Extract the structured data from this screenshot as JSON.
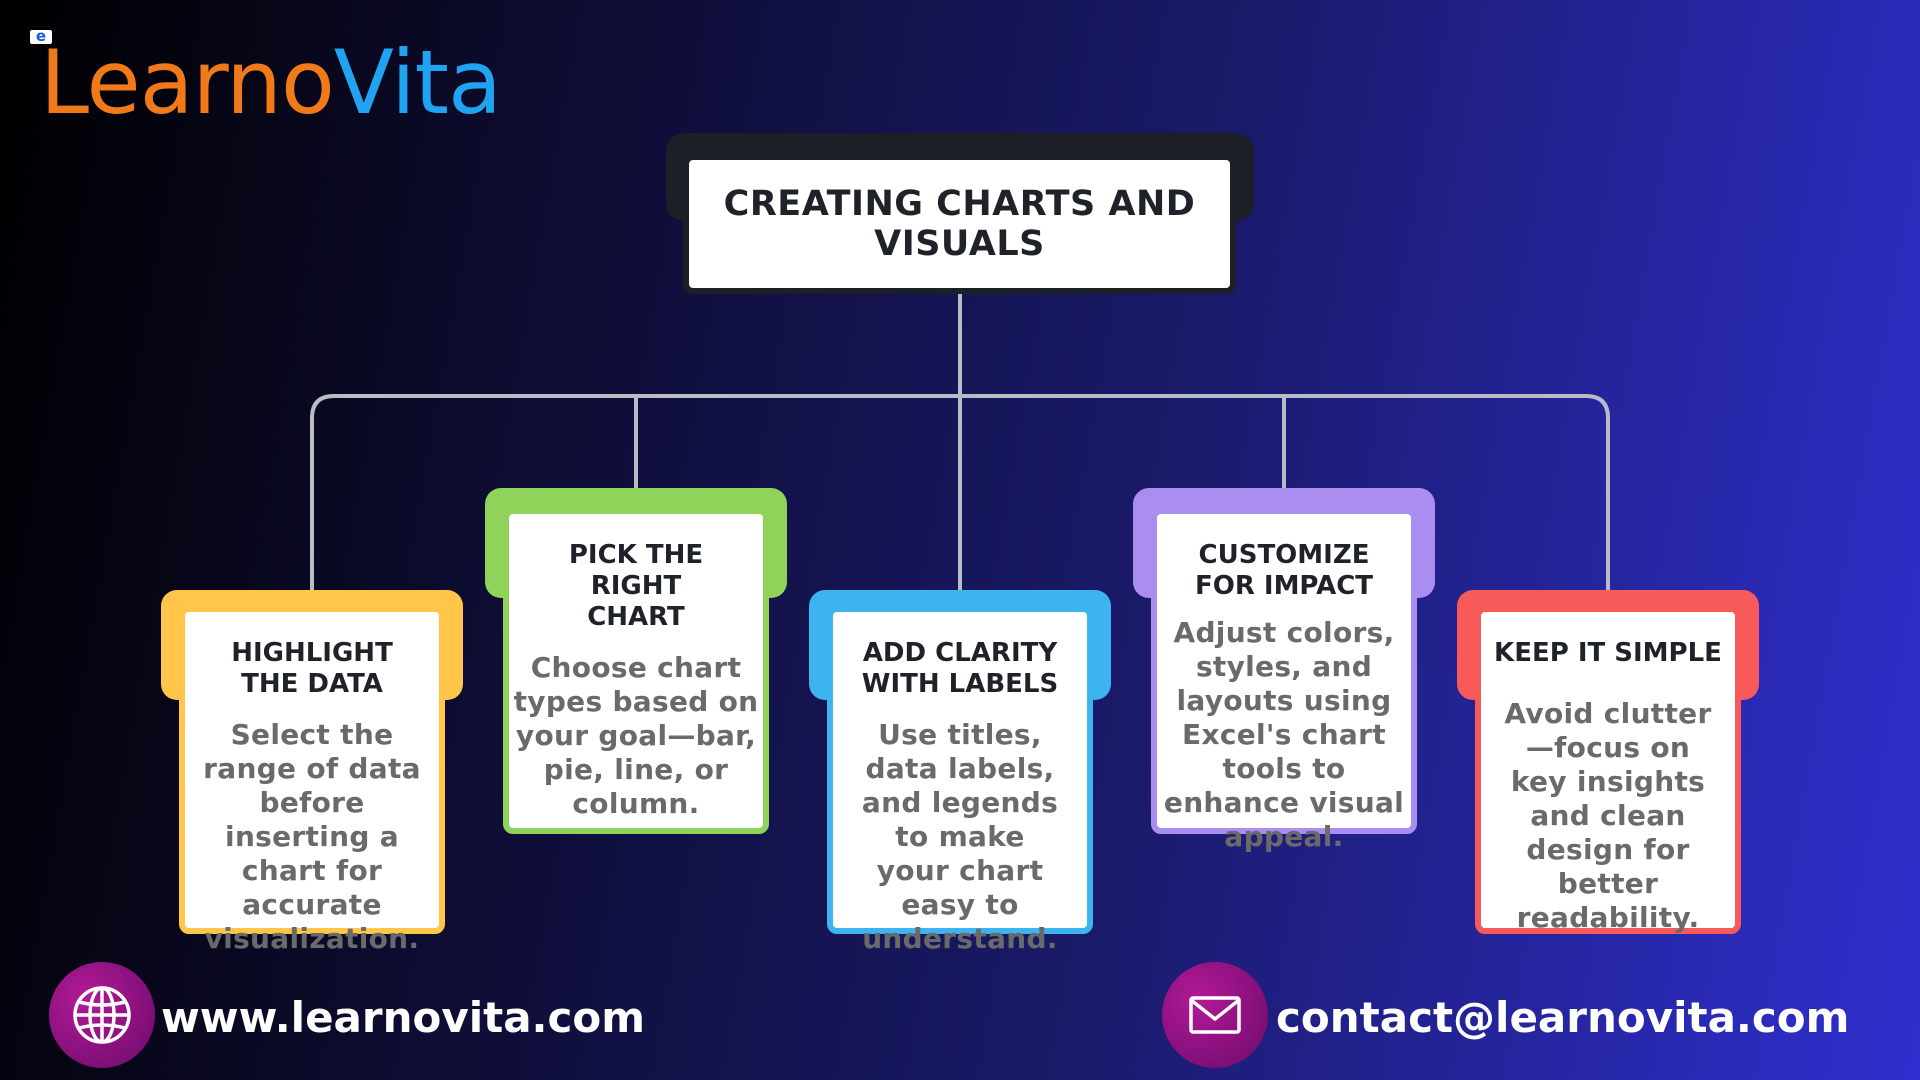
{
  "logo": {
    "badge": "e",
    "part1": "Learno",
    "part2": "Vita"
  },
  "title": "CREATING CHARTS AND VISUALS",
  "cards": [
    {
      "heading": "HIGHLIGHT THE DATA",
      "body": "Select the range of data before inserting a chart for accurate visualization.",
      "color": "#ffc64a"
    },
    {
      "heading": "PICK THE RIGHT CHART",
      "body": "Choose chart types based on your goal—bar, pie, line, or column.",
      "color": "#8fd35a"
    },
    {
      "heading": "ADD CLARITY WITH LABELS",
      "body": "Use titles, data labels, and legends to make your chart easy to understand.",
      "color": "#3db3f0"
    },
    {
      "heading": "CUSTOMIZE FOR IMPACT",
      "body": "Adjust colors, styles, and layouts using Excel's chart tools to enhance visual appeal.",
      "color": "#a98ef0"
    },
    {
      "heading": "KEEP IT SIMPLE",
      "body": "Avoid clutter—focus on key insights and clean design for better readability.",
      "color": "#f85a5a"
    }
  ],
  "footer": {
    "website": "www.learnovita.com",
    "email": "contact@learnovita.com",
    "website_icon": "globe-icon",
    "email_icon": "envelope-icon"
  }
}
